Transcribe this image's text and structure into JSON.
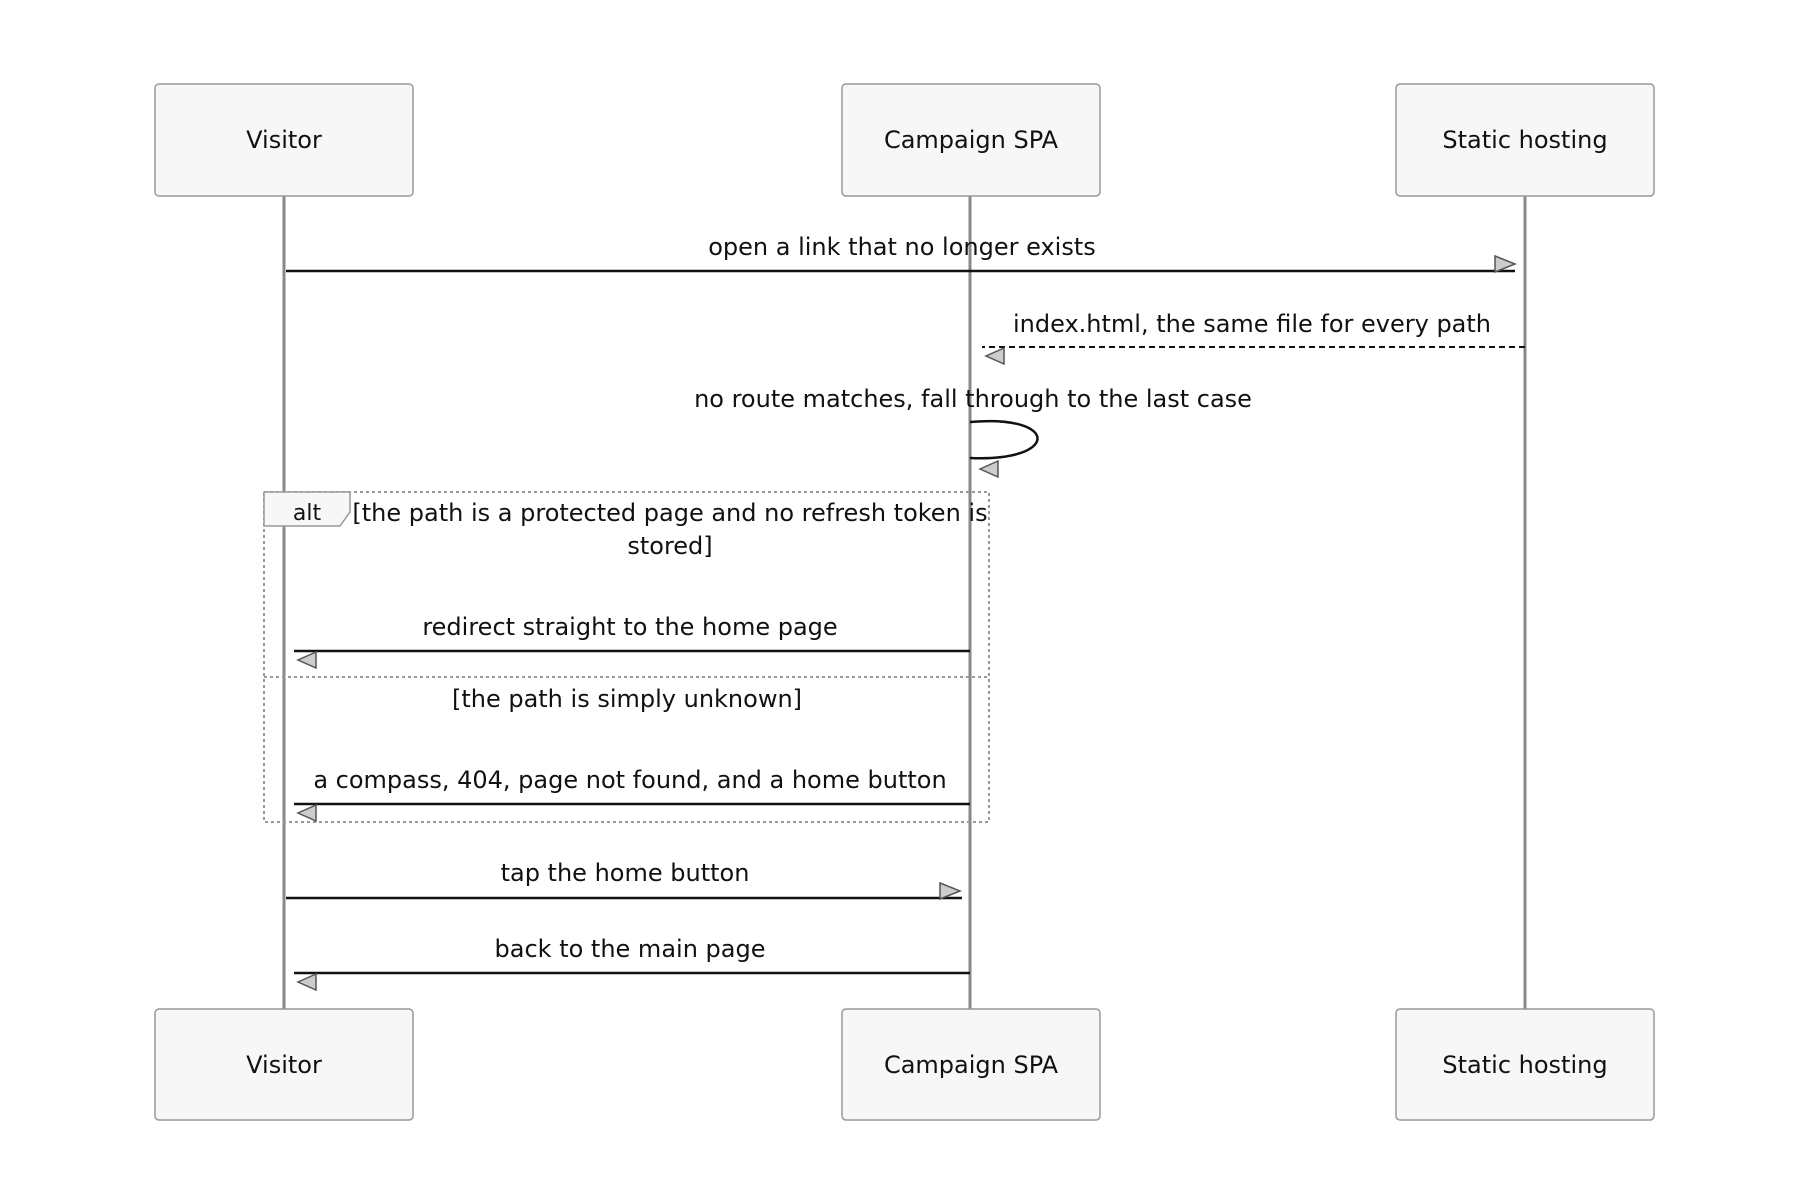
{
  "participants": [
    {
      "id": "visitor",
      "label": "Visitor"
    },
    {
      "id": "spa",
      "label": "Campaign SPA"
    },
    {
      "id": "hosting",
      "label": "Static hosting"
    }
  ],
  "messages": [
    {
      "from": "visitor",
      "to": "hosting",
      "label": "open a link that no longer exists",
      "style": "solid"
    },
    {
      "from": "hosting",
      "to": "spa",
      "label": "index.html, the same file for every path",
      "style": "dashed"
    },
    {
      "from": "spa",
      "to": "spa",
      "label": "no route matches, fall through to the last case",
      "style": "solid"
    },
    {
      "from": "spa",
      "to": "visitor",
      "label": "redirect straight to the home page",
      "style": "solid"
    },
    {
      "from": "spa",
      "to": "visitor",
      "label": "a compass, 404, page not found, and a home button",
      "style": "solid"
    },
    {
      "from": "visitor",
      "to": "spa",
      "label": "tap the home button",
      "style": "solid"
    },
    {
      "from": "spa",
      "to": "visitor",
      "label": "back to the main page",
      "style": "solid"
    }
  ],
  "alt_block": {
    "keyword": "alt",
    "condition_line1": "[the path is a protected page and no refresh token is",
    "condition_line2": "stored]",
    "else_condition": "[the path is simply unknown]"
  },
  "colors": {
    "lifeline": "#888888",
    "box_fill": "#f7f7f7",
    "box_stroke": "#999999",
    "arrow": "#111111",
    "alt_stroke": "#999999"
  }
}
